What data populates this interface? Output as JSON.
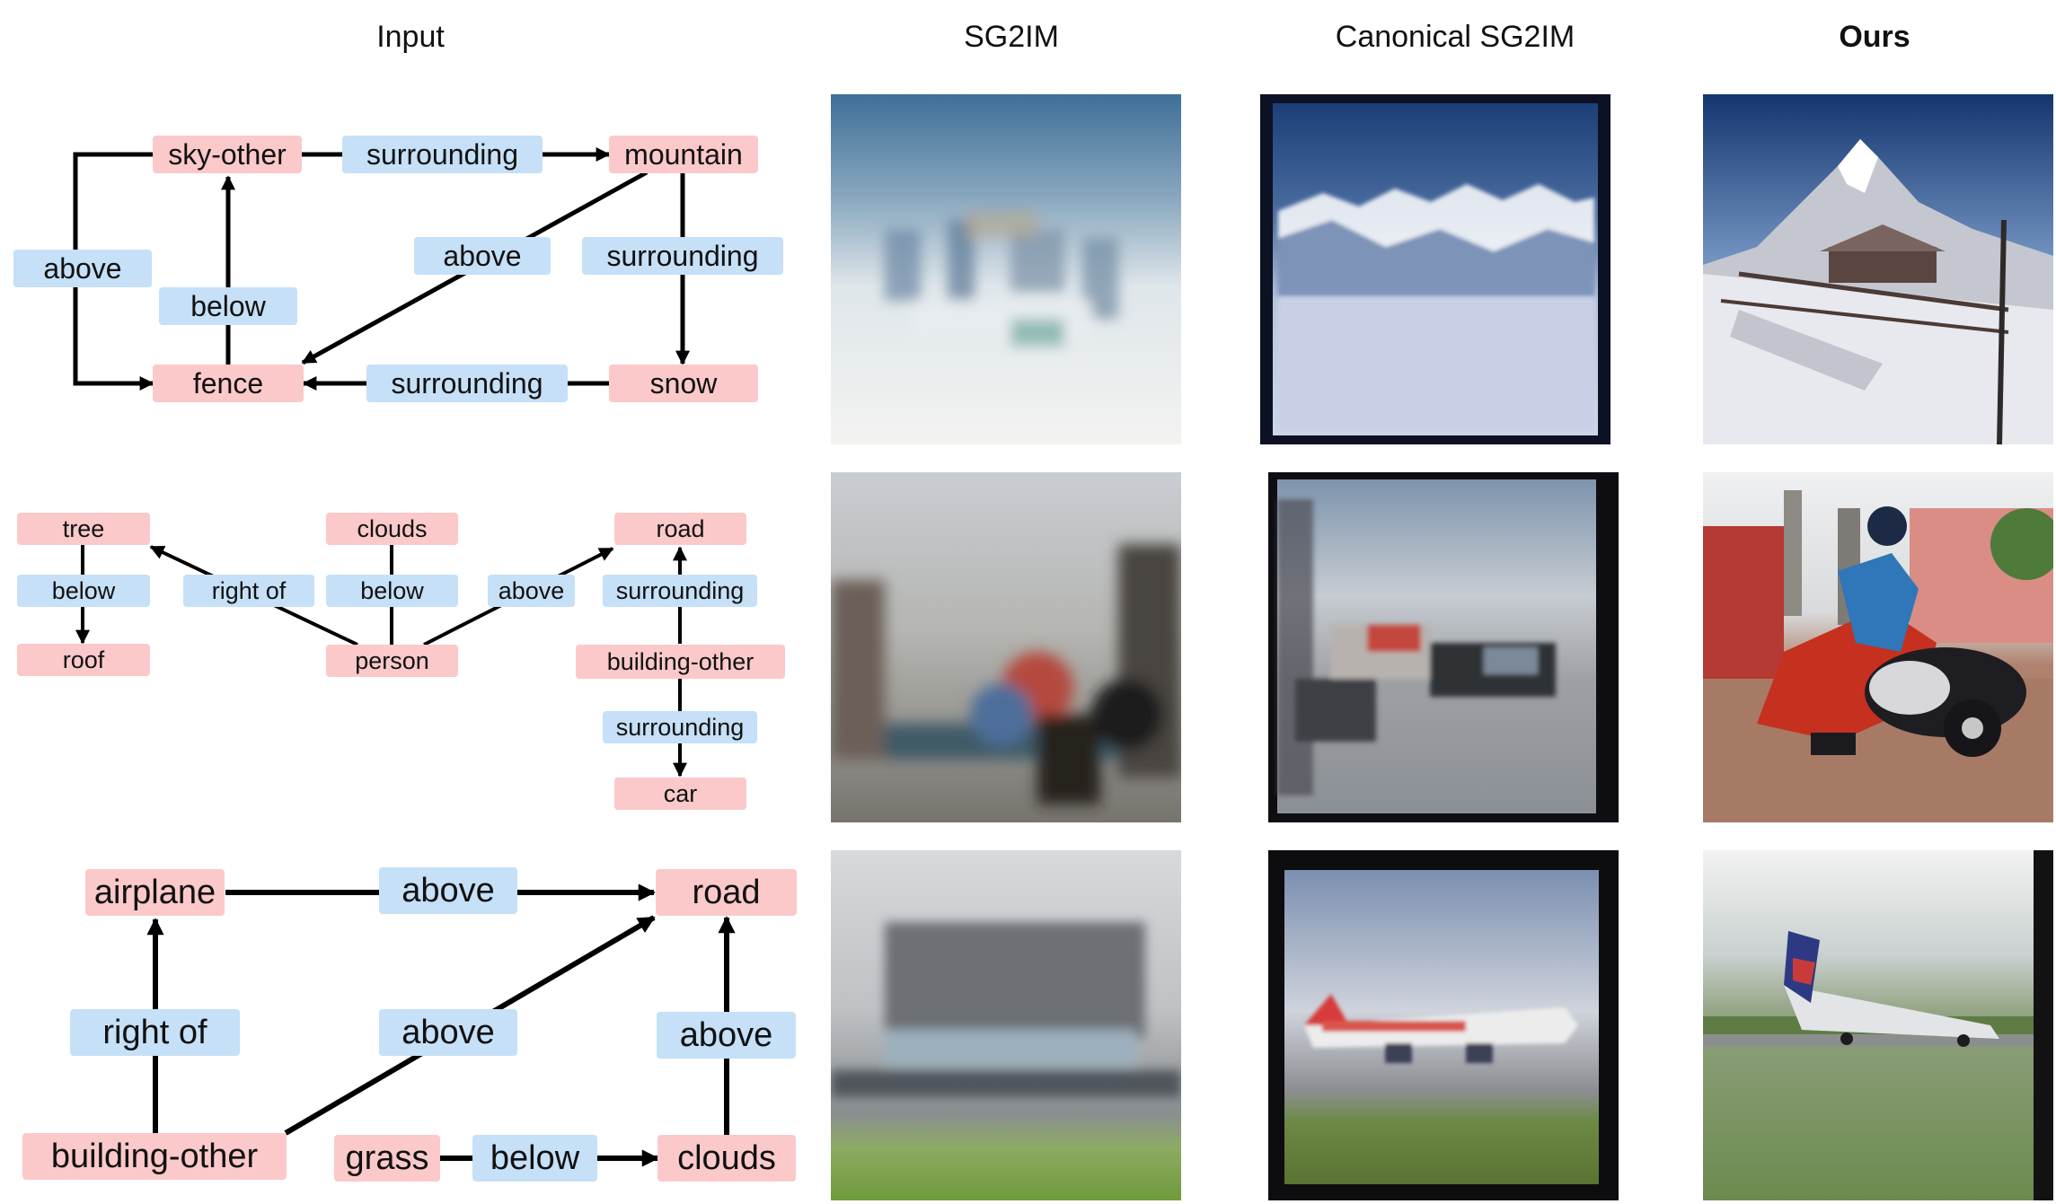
{
  "headers": {
    "input": "Input",
    "sg2im": "SG2IM",
    "canonical": "Canonical SG2IM",
    "ours": "Ours"
  },
  "colors": {
    "object": "#fbc9c9",
    "relation": "#c5e0f7",
    "edge": "#000000"
  },
  "graph1": {
    "sky_other": "sky-other",
    "surrounding_top": "surrounding",
    "mountain": "mountain",
    "above_left": "above",
    "below": "below",
    "above_mid": "above",
    "surrounding_right": "surrounding",
    "fence": "fence",
    "surrounding_bottom": "surrounding",
    "snow": "snow"
  },
  "graph2": {
    "tree": "tree",
    "below_tree": "below",
    "roof": "roof",
    "right_of": "right of",
    "clouds": "clouds",
    "below_clouds": "below",
    "person": "person",
    "above": "above",
    "road": "road",
    "surrounding_1": "surrounding",
    "building_other": "building-other",
    "surrounding_2": "surrounding",
    "car": "car"
  },
  "graph3": {
    "airplane": "airplane",
    "above_top": "above",
    "road": "road",
    "right_of": "right of",
    "above_mid": "above",
    "above_right": "above",
    "building_other": "building-other",
    "grass": "grass",
    "below": "below",
    "clouds": "clouds"
  }
}
